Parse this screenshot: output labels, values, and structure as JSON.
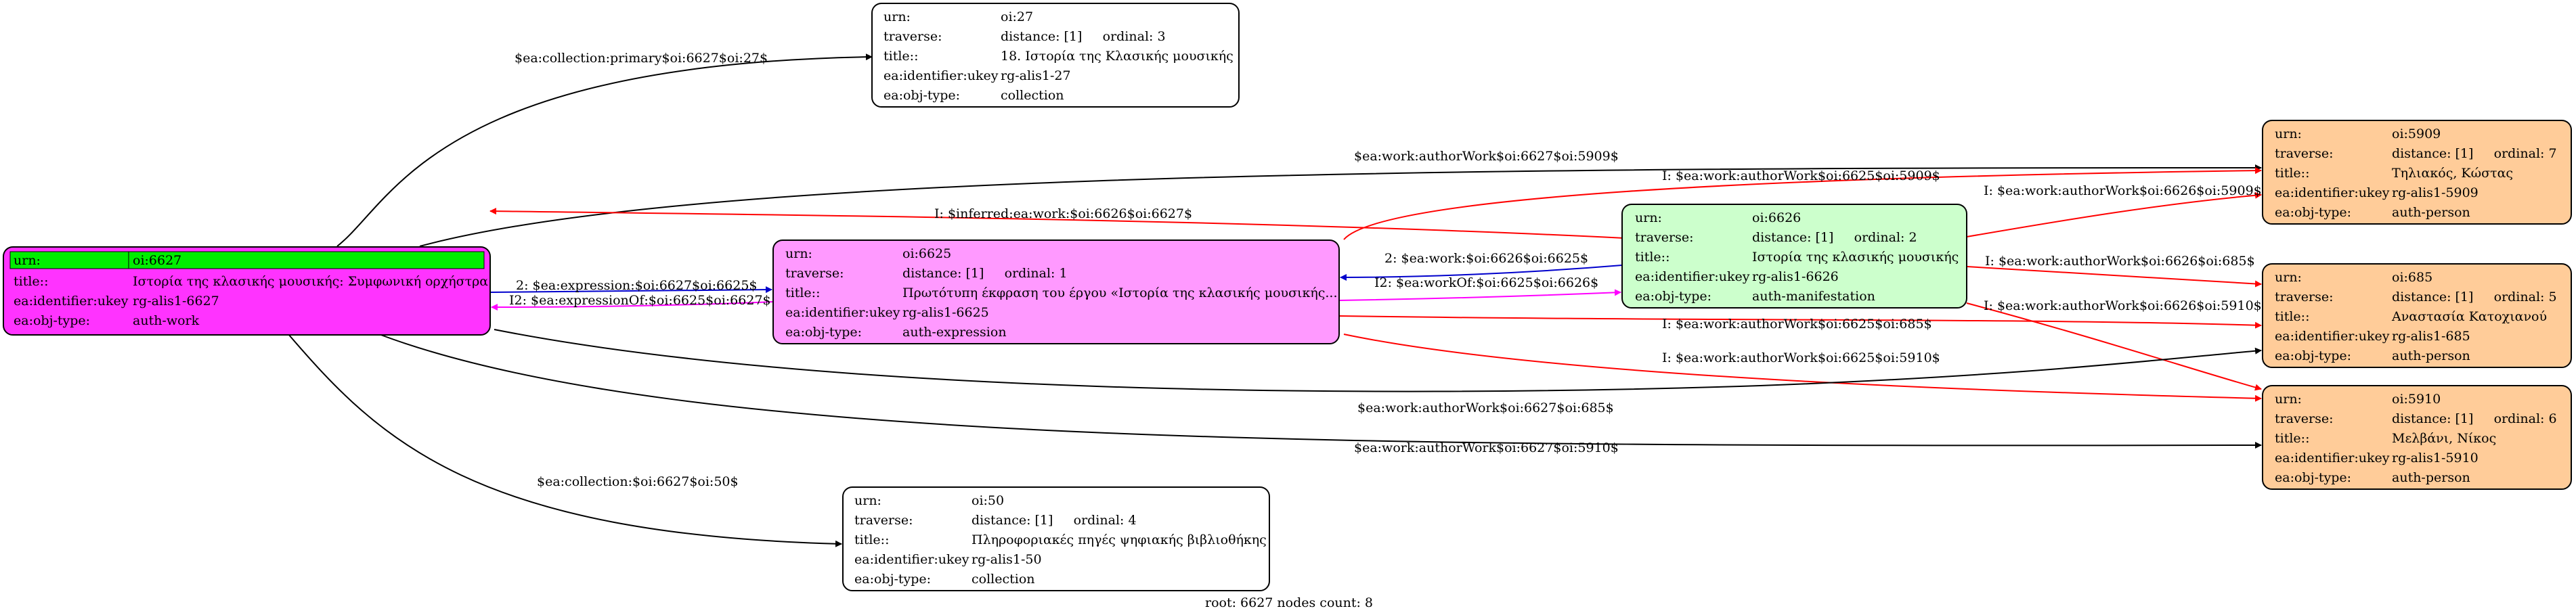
{
  "graph": {
    "caption": "root: 6627 nodes count: 8",
    "colors": {
      "edge_black": "#000000",
      "edge_red": "#ff0000",
      "edge_blue": "#0000cc",
      "edge_magenta": "#ff00ff",
      "root_fill": "#ff33ff",
      "root_highlight": "#00ee00",
      "expression_fill": "#ff99ff",
      "manifestation_fill": "#ccffcc",
      "person_fill": "#ffcc99",
      "collection_fill": "#ffffff"
    },
    "nodes": [
      {
        "id": "n6627",
        "kind": "root",
        "rows": [
          {
            "key": "urn:",
            "val": "oi:6627"
          },
          {
            "key": "title::",
            "val": "Ιστορία της κλασικής μουσικής: Συμφωνική ορχήστρα"
          },
          {
            "key": "ea:identifier:ukey",
            "val": "rg-alis1-6627"
          },
          {
            "key": "ea:obj-type:",
            "val": "auth-work"
          }
        ]
      },
      {
        "id": "n27",
        "kind": "collection",
        "rows": [
          {
            "key": "urn:",
            "val": "oi:27"
          },
          {
            "key": "traverse:",
            "val": "distance: [1]     ordinal: 3"
          },
          {
            "key": "title::",
            "val": "18. Ιστορία της Κλασικής μουσικής"
          },
          {
            "key": "ea:identifier:ukey",
            "val": "rg-alis1-27"
          },
          {
            "key": "ea:obj-type:",
            "val": "collection"
          }
        ]
      },
      {
        "id": "n6625",
        "kind": "expression",
        "rows": [
          {
            "key": "urn:",
            "val": "oi:6625"
          },
          {
            "key": "traverse:",
            "val": "distance: [1]     ordinal: 1"
          },
          {
            "key": "title::",
            "val": "Πρωτότυπη έκφραση του έργου «Ιστορία της κλασικής μουσικής..."
          },
          {
            "key": "ea:identifier:ukey",
            "val": "rg-alis1-6625"
          },
          {
            "key": "ea:obj-type:",
            "val": "auth-expression"
          }
        ]
      },
      {
        "id": "n6626",
        "kind": "manifestation",
        "rows": [
          {
            "key": "urn:",
            "val": "oi:6626"
          },
          {
            "key": "traverse:",
            "val": "distance: [1]     ordinal: 2"
          },
          {
            "key": "title::",
            "val": "Ιστορία της κλασικής μουσικής"
          },
          {
            "key": "ea:identifier:ukey",
            "val": "rg-alis1-6626"
          },
          {
            "key": "ea:obj-type:",
            "val": "auth-manifestation"
          }
        ]
      },
      {
        "id": "n5909",
        "kind": "person",
        "rows": [
          {
            "key": "urn:",
            "val": "oi:5909"
          },
          {
            "key": "traverse:",
            "val": "distance: [1]     ordinal: 7"
          },
          {
            "key": "title::",
            "val": "Τηλιακός, Κώστας"
          },
          {
            "key": "ea:identifier:ukey",
            "val": "rg-alis1-5909"
          },
          {
            "key": "ea:obj-type:",
            "val": "auth-person"
          }
        ]
      },
      {
        "id": "n685",
        "kind": "person",
        "rows": [
          {
            "key": "urn:",
            "val": "oi:685"
          },
          {
            "key": "traverse:",
            "val": "distance: [1]     ordinal: 5"
          },
          {
            "key": "title::",
            "val": "Αναστασία Κατοχιανού"
          },
          {
            "key": "ea:identifier:ukey",
            "val": "rg-alis1-685"
          },
          {
            "key": "ea:obj-type:",
            "val": "auth-person"
          }
        ]
      },
      {
        "id": "n5910",
        "kind": "person",
        "rows": [
          {
            "key": "urn:",
            "val": "oi:5910"
          },
          {
            "key": "traverse:",
            "val": "distance: [1]     ordinal: 6"
          },
          {
            "key": "title::",
            "val": "Μελβάνι, Νίκος"
          },
          {
            "key": "ea:identifier:ukey",
            "val": "rg-alis1-5910"
          },
          {
            "key": "ea:obj-type:",
            "val": "auth-person"
          }
        ]
      },
      {
        "id": "n50",
        "kind": "collection",
        "rows": [
          {
            "key": "urn:",
            "val": "oi:50"
          },
          {
            "key": "traverse:",
            "val": "distance: [1]     ordinal: 4"
          },
          {
            "key": "title::",
            "val": "Πληροφοριακές πηγές ψηφιακής βιβλιοθήκης"
          },
          {
            "key": "ea:identifier:ukey",
            "val": "rg-alis1-50"
          },
          {
            "key": "ea:obj-type:",
            "val": "collection"
          }
        ]
      }
    ],
    "edges": [
      {
        "id": "e1",
        "from": "n6627",
        "to": "n27",
        "label": "$ea:collection:primary$oi:6627$oi:27$",
        "color": "black"
      },
      {
        "id": "e2",
        "from": "n6627",
        "to": "n5909",
        "label": "$ea:work:authorWork$oi:6627$oi:5909$",
        "color": "black"
      },
      {
        "id": "e3",
        "from": "n6625",
        "to": "n5909",
        "label": "I: $ea:work:authorWork$oi:6625$oi:5909$",
        "color": "red"
      },
      {
        "id": "e4",
        "from": "n6626",
        "to": "n6627",
        "label": "I: $inferred:ea:work:$oi:6626$oi:6627$",
        "color": "red"
      },
      {
        "id": "e5",
        "from": "n6626",
        "to": "n5909",
        "label": "I: $ea:work:authorWork$oi:6626$oi:5909$",
        "color": "red"
      },
      {
        "id": "e6",
        "from": "n6627",
        "to": "n6625",
        "label": "2: $ea:expression:$oi:6627$oi:6625$",
        "color": "blue"
      },
      {
        "id": "e7",
        "from": "n6625",
        "to": "n6627",
        "label": "I2: $ea:expressionOf:$oi:6625$oi:6627$",
        "color": "magenta"
      },
      {
        "id": "e8",
        "from": "n6626",
        "to": "n6625",
        "label": "2: $ea:work:$oi:6626$oi:6625$",
        "color": "blue"
      },
      {
        "id": "e9",
        "from": "n6625",
        "to": "n6626",
        "label": "I2: $ea:workOf:$oi:6625$oi:6626$",
        "color": "magenta"
      },
      {
        "id": "e10",
        "from": "n6626",
        "to": "n685",
        "label": "I: $ea:work:authorWork$oi:6626$oi:685$",
        "color": "red"
      },
      {
        "id": "e11",
        "from": "n6626",
        "to": "n5910",
        "label": "I: $ea:work:authorWork$oi:6626$oi:5910$",
        "color": "red"
      },
      {
        "id": "e12",
        "from": "n6625",
        "to": "n685",
        "label": "I: $ea:work:authorWork$oi:6625$oi:685$",
        "color": "red"
      },
      {
        "id": "e13",
        "from": "n6625",
        "to": "n5910",
        "label": "I: $ea:work:authorWork$oi:6625$oi:5910$",
        "color": "red"
      },
      {
        "id": "e14",
        "from": "n6627",
        "to": "n685",
        "label": "$ea:work:authorWork$oi:6627$oi:685$",
        "color": "black"
      },
      {
        "id": "e15",
        "from": "n6627",
        "to": "n5910",
        "label": "$ea:work:authorWork$oi:6627$oi:5910$",
        "color": "black"
      },
      {
        "id": "e16",
        "from": "n6627",
        "to": "n50",
        "label": "$ea:collection:$oi:6627$oi:50$",
        "color": "black"
      }
    ]
  }
}
